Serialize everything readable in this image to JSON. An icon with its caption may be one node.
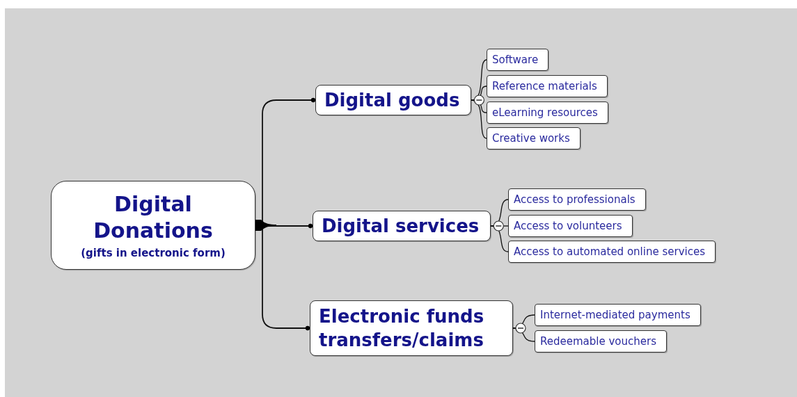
{
  "diagram": {
    "nodes": [
      {
        "text": [
          "Digital Donations",
          "(gifts in electronic form)"
        ]
      },
      {
        "text": [
          "Digital goods"
        ]
      },
      {
        "text": [
          "Software"
        ]
      },
      {
        "text": [
          "Reference materials"
        ]
      },
      {
        "text": [
          "eLearning resources"
        ]
      },
      {
        "text": [
          "Creative works"
        ]
      },
      {
        "text": [
          "Digital services"
        ]
      },
      {
        "text": [
          "Access to professionals"
        ]
      },
      {
        "text": [
          "Access to volunteers"
        ]
      },
      {
        "text": [
          "Access to automated online services"
        ]
      },
      {
        "text": [
          "Electronic funds transfers/claims"
        ]
      },
      {
        "text": [
          "Internet-mediated payments"
        ]
      },
      {
        "text": [
          "Redeemable vouchers"
        ]
      }
    ],
    "edges": [
      {
        "from": 0,
        "to": 1,
        "arrow": "other"
      },
      {
        "from": 0,
        "to": 6,
        "arrow": "other"
      },
      {
        "from": 0,
        "to": 10,
        "arrow": "other"
      },
      {
        "from": 1,
        "to": 2,
        "arrow": "none"
      },
      {
        "from": 1,
        "to": 3,
        "arrow": "none"
      },
      {
        "from": 1,
        "to": 4,
        "arrow": "none"
      },
      {
        "from": 1,
        "to": 5,
        "arrow": "none"
      },
      {
        "from": 6,
        "to": 7,
        "arrow": "none"
      },
      {
        "from": 6,
        "to": 8,
        "arrow": "none"
      },
      {
        "from": 6,
        "to": 9,
        "arrow": "none"
      },
      {
        "from": 10,
        "to": 11,
        "arrow": "none"
      },
      {
        "from": 10,
        "to": 12,
        "arrow": "none"
      }
    ]
  }
}
